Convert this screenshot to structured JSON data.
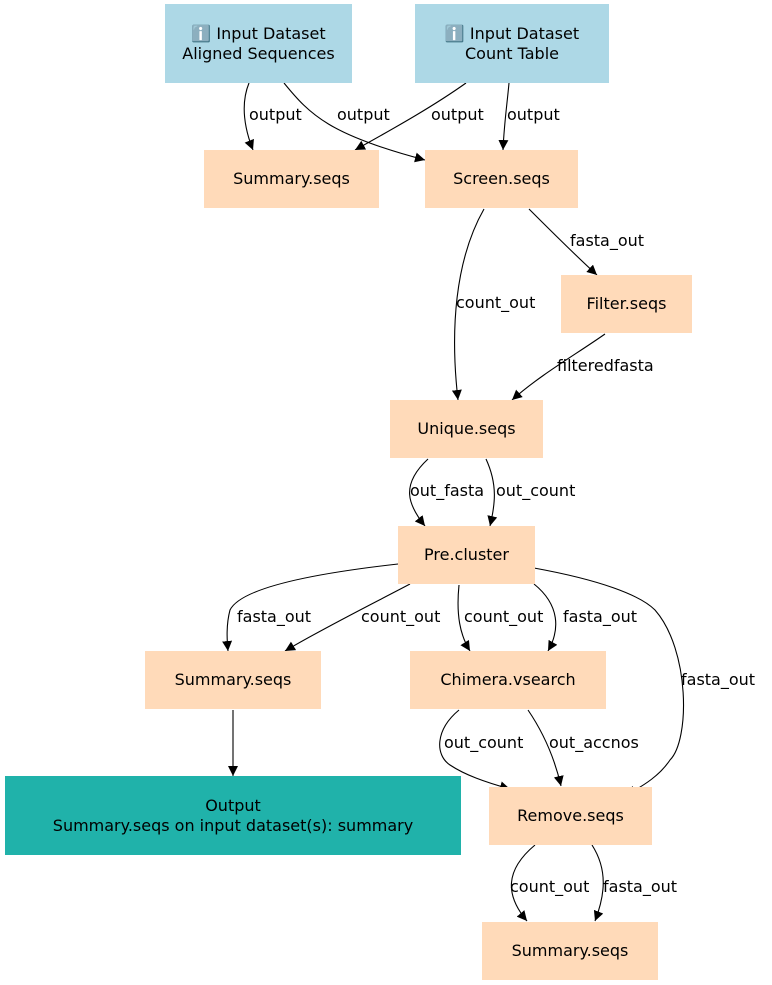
{
  "colors": {
    "input": "#add8e6",
    "step": "#ffdab9",
    "output": "#20b2aa",
    "edge": "#000000"
  },
  "nodes": {
    "input_aligned": {
      "icon": "ℹ️",
      "line1": "Input Dataset",
      "line2": "Aligned Sequences"
    },
    "input_count": {
      "icon": "ℹ️",
      "line1": "Input Dataset",
      "line2": "Count Table"
    },
    "summary1": {
      "label": "Summary.seqs"
    },
    "screen": {
      "label": "Screen.seqs"
    },
    "filter": {
      "label": "Filter.seqs"
    },
    "unique": {
      "label": "Unique.seqs"
    },
    "precluster": {
      "label": "Pre.cluster"
    },
    "summary2": {
      "label": "Summary.seqs"
    },
    "chimera": {
      "label": "Chimera.vsearch"
    },
    "output": {
      "line1": "Output",
      "line2": "Summary.seqs on input dataset(s): summary"
    },
    "remove": {
      "label": "Remove.seqs"
    },
    "summary3": {
      "label": "Summary.seqs"
    }
  },
  "edges": [
    {
      "from": "input_aligned",
      "to": "summary1",
      "label": "output"
    },
    {
      "from": "input_aligned",
      "to": "screen",
      "label": "output"
    },
    {
      "from": "input_count",
      "to": "summary1",
      "label": "output"
    },
    {
      "from": "input_count",
      "to": "screen",
      "label": "output"
    },
    {
      "from": "screen",
      "to": "unique",
      "label": "count_out"
    },
    {
      "from": "screen",
      "to": "filter",
      "label": "fasta_out"
    },
    {
      "from": "filter",
      "to": "unique",
      "label": "filteredfasta"
    },
    {
      "from": "unique",
      "to": "precluster",
      "label": "out_fasta"
    },
    {
      "from": "unique",
      "to": "precluster",
      "label": "out_count"
    },
    {
      "from": "precluster",
      "to": "summary2",
      "label": "fasta_out"
    },
    {
      "from": "precluster",
      "to": "summary2",
      "label": "count_out"
    },
    {
      "from": "precluster",
      "to": "chimera",
      "label": "count_out"
    },
    {
      "from": "precluster",
      "to": "chimera",
      "label": "fasta_out"
    },
    {
      "from": "precluster",
      "to": "remove",
      "label": "fasta_out"
    },
    {
      "from": "summary2",
      "to": "output",
      "label": ""
    },
    {
      "from": "chimera",
      "to": "remove",
      "label": "out_count"
    },
    {
      "from": "chimera",
      "to": "remove",
      "label": "out_accnos"
    },
    {
      "from": "remove",
      "to": "summary3",
      "label": "count_out"
    },
    {
      "from": "remove",
      "to": "summary3",
      "label": "fasta_out"
    }
  ]
}
